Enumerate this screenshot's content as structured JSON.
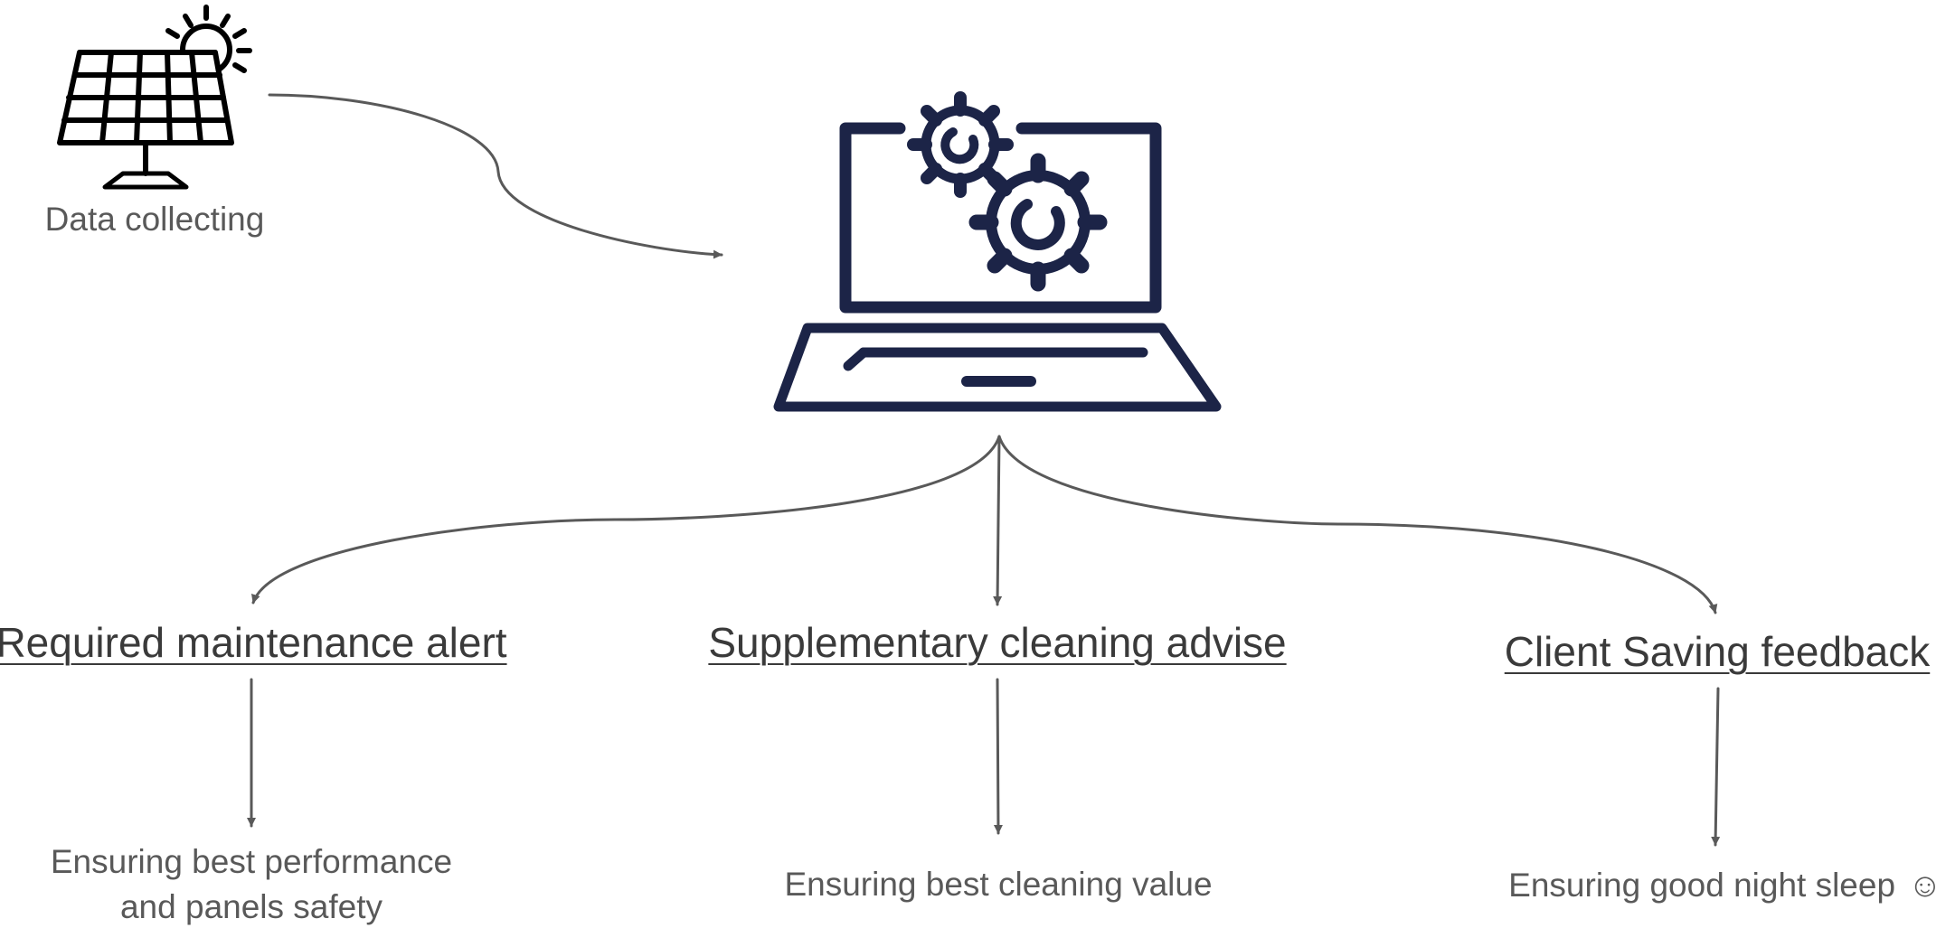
{
  "nodes": {
    "source": {
      "icon": "solar-panel-icon",
      "label": "Data collecting"
    },
    "processor": {
      "icon": "laptop-gears-icon"
    },
    "outputs": [
      {
        "title": "Required maintenance alert",
        "benefit_line1": "Ensuring best performance",
        "benefit_line2": "and panels safety"
      },
      {
        "title": "Supplementary cleaning advise",
        "benefit_line1": "Ensuring best cleaning value"
      },
      {
        "title": "Client Saving feedback",
        "benefit_line1": "Ensuring good night sleep",
        "emoji": "☺"
      }
    ]
  },
  "colors": {
    "icon_navy": "#1c2447",
    "line_gray": "#595959",
    "text_gray": "#404040"
  }
}
